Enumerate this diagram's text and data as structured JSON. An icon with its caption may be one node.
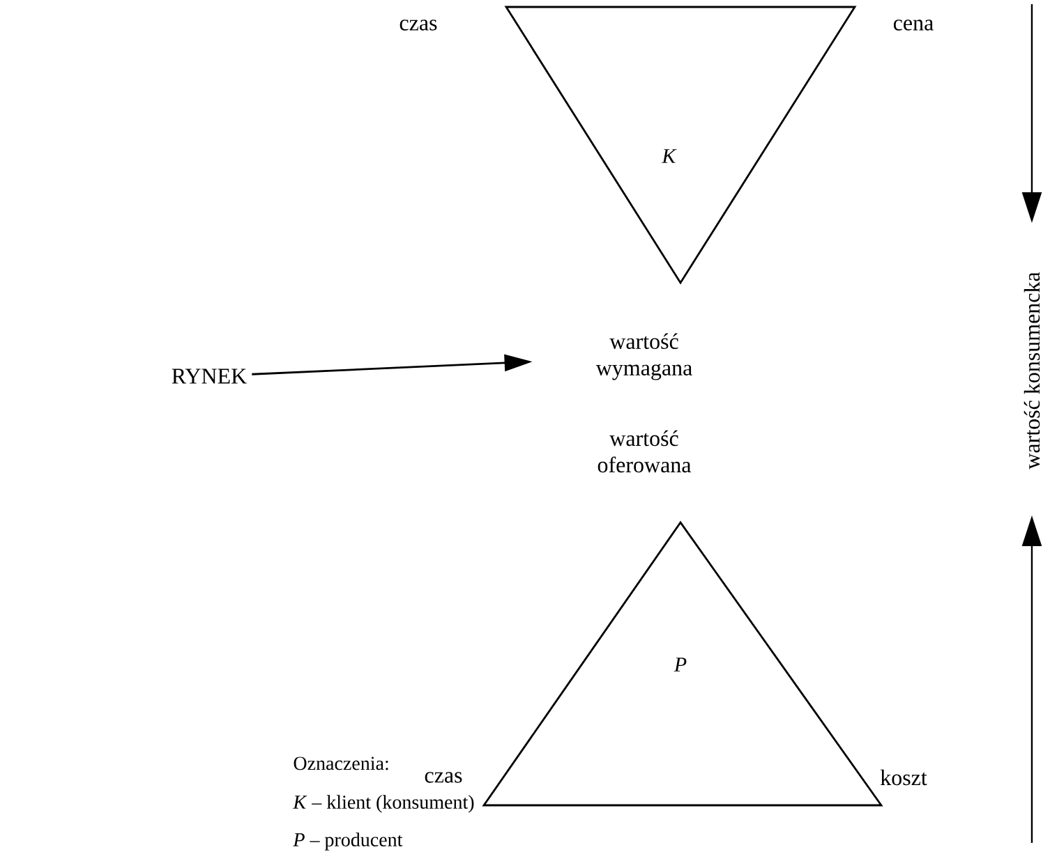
{
  "diagram": {
    "nodes": [
      {
        "text": [
          "*K*"
        ],
        "beside": [
          "czas",
          "cena"
        ]
      },
      {
        "text": [
          "RYNEK"
        ]
      },
      {
        "text": [
          "wartość wymagana"
        ]
      },
      {
        "text": [
          "*P*"
        ],
        "beside": [
          "wartość oferowana",
          "czas",
          "koszt"
        ]
      }
    ],
    "edges": [
      {
        "from": 1,
        "to": 2,
        "arrow": "to"
      }
    ],
    "labels": [
      "wartość konsumencka",
      "Oznaczenia:",
      "*K* – klient (konsument)",
      "*P* – producent"
    ]
  }
}
